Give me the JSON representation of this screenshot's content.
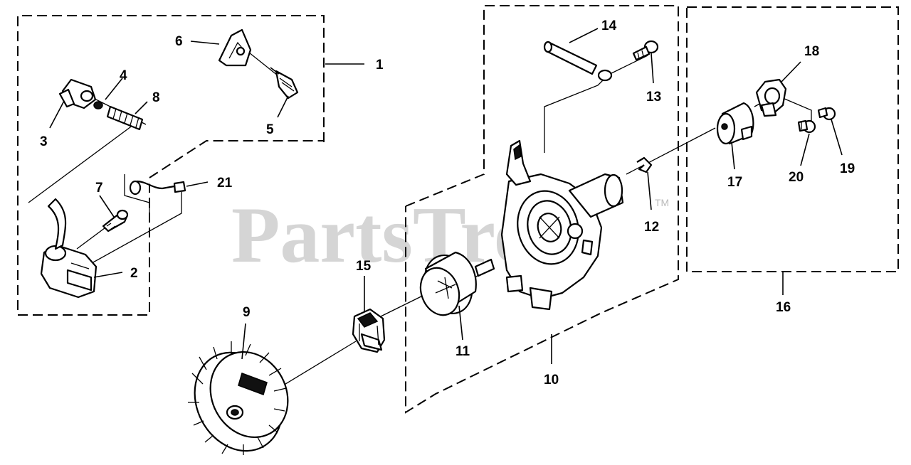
{
  "watermark": {
    "text": "PartsTree",
    "trademark": "TM"
  },
  "callouts": {
    "c1": "1",
    "c2": "2",
    "c3": "3",
    "c4": "4",
    "c5": "5",
    "c6": "6",
    "c7": "7",
    "c8": "8",
    "c9": "9",
    "c10": "10",
    "c11": "11",
    "c12": "12",
    "c13": "13",
    "c14": "14",
    "c15": "15",
    "c16": "16",
    "c17": "17",
    "c18": "18",
    "c19": "19",
    "c20": "20",
    "c21": "21"
  }
}
